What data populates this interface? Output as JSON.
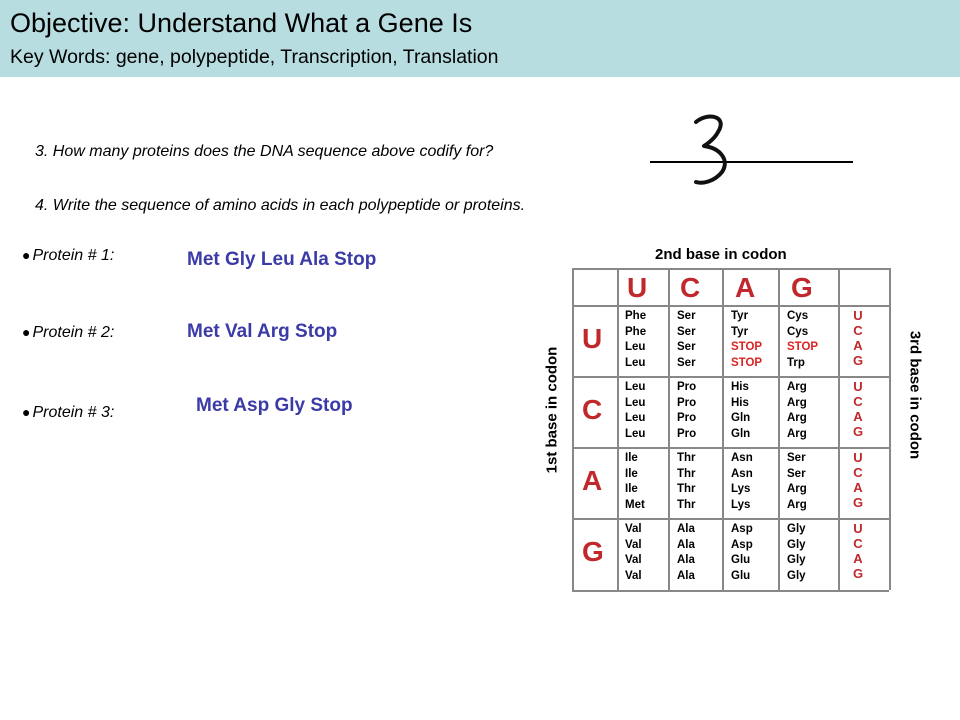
{
  "header": {
    "title": "Objective: Understand What a Gene Is",
    "keywords": "Key Words: gene, polypeptide, Transcription, Translation"
  },
  "questions": {
    "q3": "3. How many proteins does the DNA sequence above codify for?",
    "q3_answer": "3",
    "q4": "4. Write the sequence of amino acids in each polypeptide or proteins."
  },
  "proteins": [
    {
      "label": "Protein # 1:",
      "sequence": "Met Gly Leu Ala Stop"
    },
    {
      "label": "Protein # 2:",
      "sequence": "Met Val Arg Stop"
    },
    {
      "label": "Protein # 3:",
      "sequence": "Met Asp Gly Stop"
    }
  ],
  "codon_table": {
    "second_base_label": "2nd base in codon",
    "first_base_label": "1st base in codon",
    "third_base_label": "3rd base in codon",
    "bases": [
      "U",
      "C",
      "A",
      "G"
    ],
    "rows": [
      [
        [
          "Phe",
          "Phe",
          "Leu",
          "Leu"
        ],
        [
          "Ser",
          "Ser",
          "Ser",
          "Ser"
        ],
        [
          "Tyr",
          "Tyr",
          "STOP",
          "STOP"
        ],
        [
          "Cys",
          "Cys",
          "STOP",
          "Trp"
        ]
      ],
      [
        [
          "Leu",
          "Leu",
          "Leu",
          "Leu"
        ],
        [
          "Pro",
          "Pro",
          "Pro",
          "Pro"
        ],
        [
          "His",
          "His",
          "Gln",
          "Gln"
        ],
        [
          "Arg",
          "Arg",
          "Arg",
          "Arg"
        ]
      ],
      [
        [
          "Ile",
          "Ile",
          "Ile",
          "Met"
        ],
        [
          "Thr",
          "Thr",
          "Thr",
          "Thr"
        ],
        [
          "Asn",
          "Asn",
          "Lys",
          "Lys"
        ],
        [
          "Ser",
          "Ser",
          "Arg",
          "Arg"
        ]
      ],
      [
        [
          "Val",
          "Val",
          "Val",
          "Val"
        ],
        [
          "Ala",
          "Ala",
          "Ala",
          "Ala"
        ],
        [
          "Asp",
          "Asp",
          "Glu",
          "Glu"
        ],
        [
          "Gly",
          "Gly",
          "Gly",
          "Gly"
        ]
      ]
    ],
    "stop_color": "#dd2222",
    "base_color": "#c0282b"
  },
  "colors": {
    "header_bg": "#b7dde0",
    "sequence_text": "#3b3ba8"
  }
}
